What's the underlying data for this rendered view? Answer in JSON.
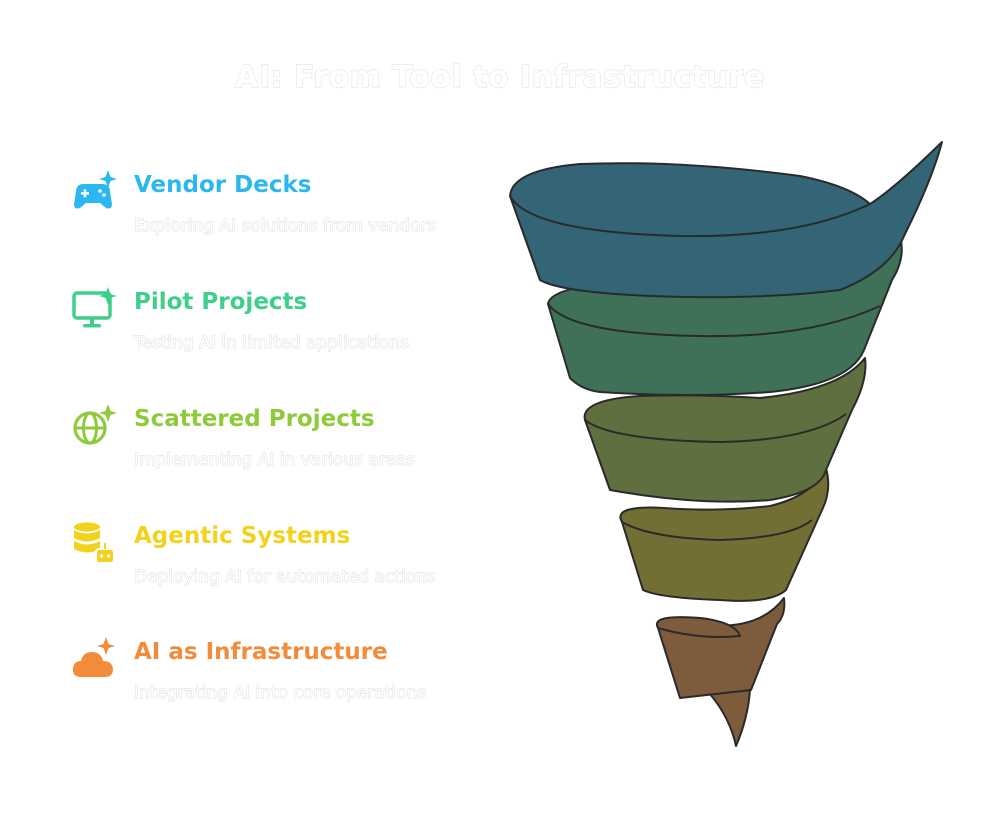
{
  "title": "AI: From Tool to Infrastructure",
  "stages": [
    {
      "label": "Vendor Decks",
      "description": "Exploring AI solutions from vendors",
      "color": "#2bb7f0",
      "icon": "gamepad-sparkle-icon",
      "band_color": "#336577"
    },
    {
      "label": "Pilot Projects",
      "description": "Testing AI in limited applications",
      "color": "#3fcf8a",
      "icon": "monitor-sparkle-icon",
      "band_color": "#3f7158"
    },
    {
      "label": "Scattered Projects",
      "description": "Implementing AI in various areas",
      "color": "#8ecb3a",
      "icon": "globe-sparkle-icon",
      "band_color": "#5f6f3f"
    },
    {
      "label": "Agentic Systems",
      "description": "Deploying AI for automated actions",
      "color": "#f2d21c",
      "icon": "database-robot-icon",
      "band_color": "#736e33"
    },
    {
      "label": "AI as Infrastructure",
      "description": "Integrating AI into core operations",
      "color": "#f28c3a",
      "icon": "cloud-sparkle-icon",
      "band_color": "#7e5b3b"
    }
  ]
}
